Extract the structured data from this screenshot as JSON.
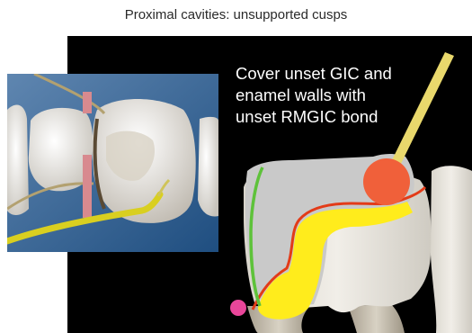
{
  "figure": {
    "title": "Proximal cavities: unsupported cusps",
    "caption_lines": [
      "Cover unset GIC and",
      "enamel walls with",
      "unset RMGIC bond"
    ]
  },
  "colors": {
    "background": "#000000",
    "tooth": "#ebe8e1",
    "cavity_fill": "#c8c8c8",
    "gic_liner": "#ffee22",
    "rmgic_bond_line": "#e53a1a",
    "enamel_wall": "#5cc33a",
    "applicator_tip": "#f06030",
    "applicator_handle": "#e8d86a",
    "contact_point": "#e9469a",
    "photo_background": "#2e5a86"
  }
}
